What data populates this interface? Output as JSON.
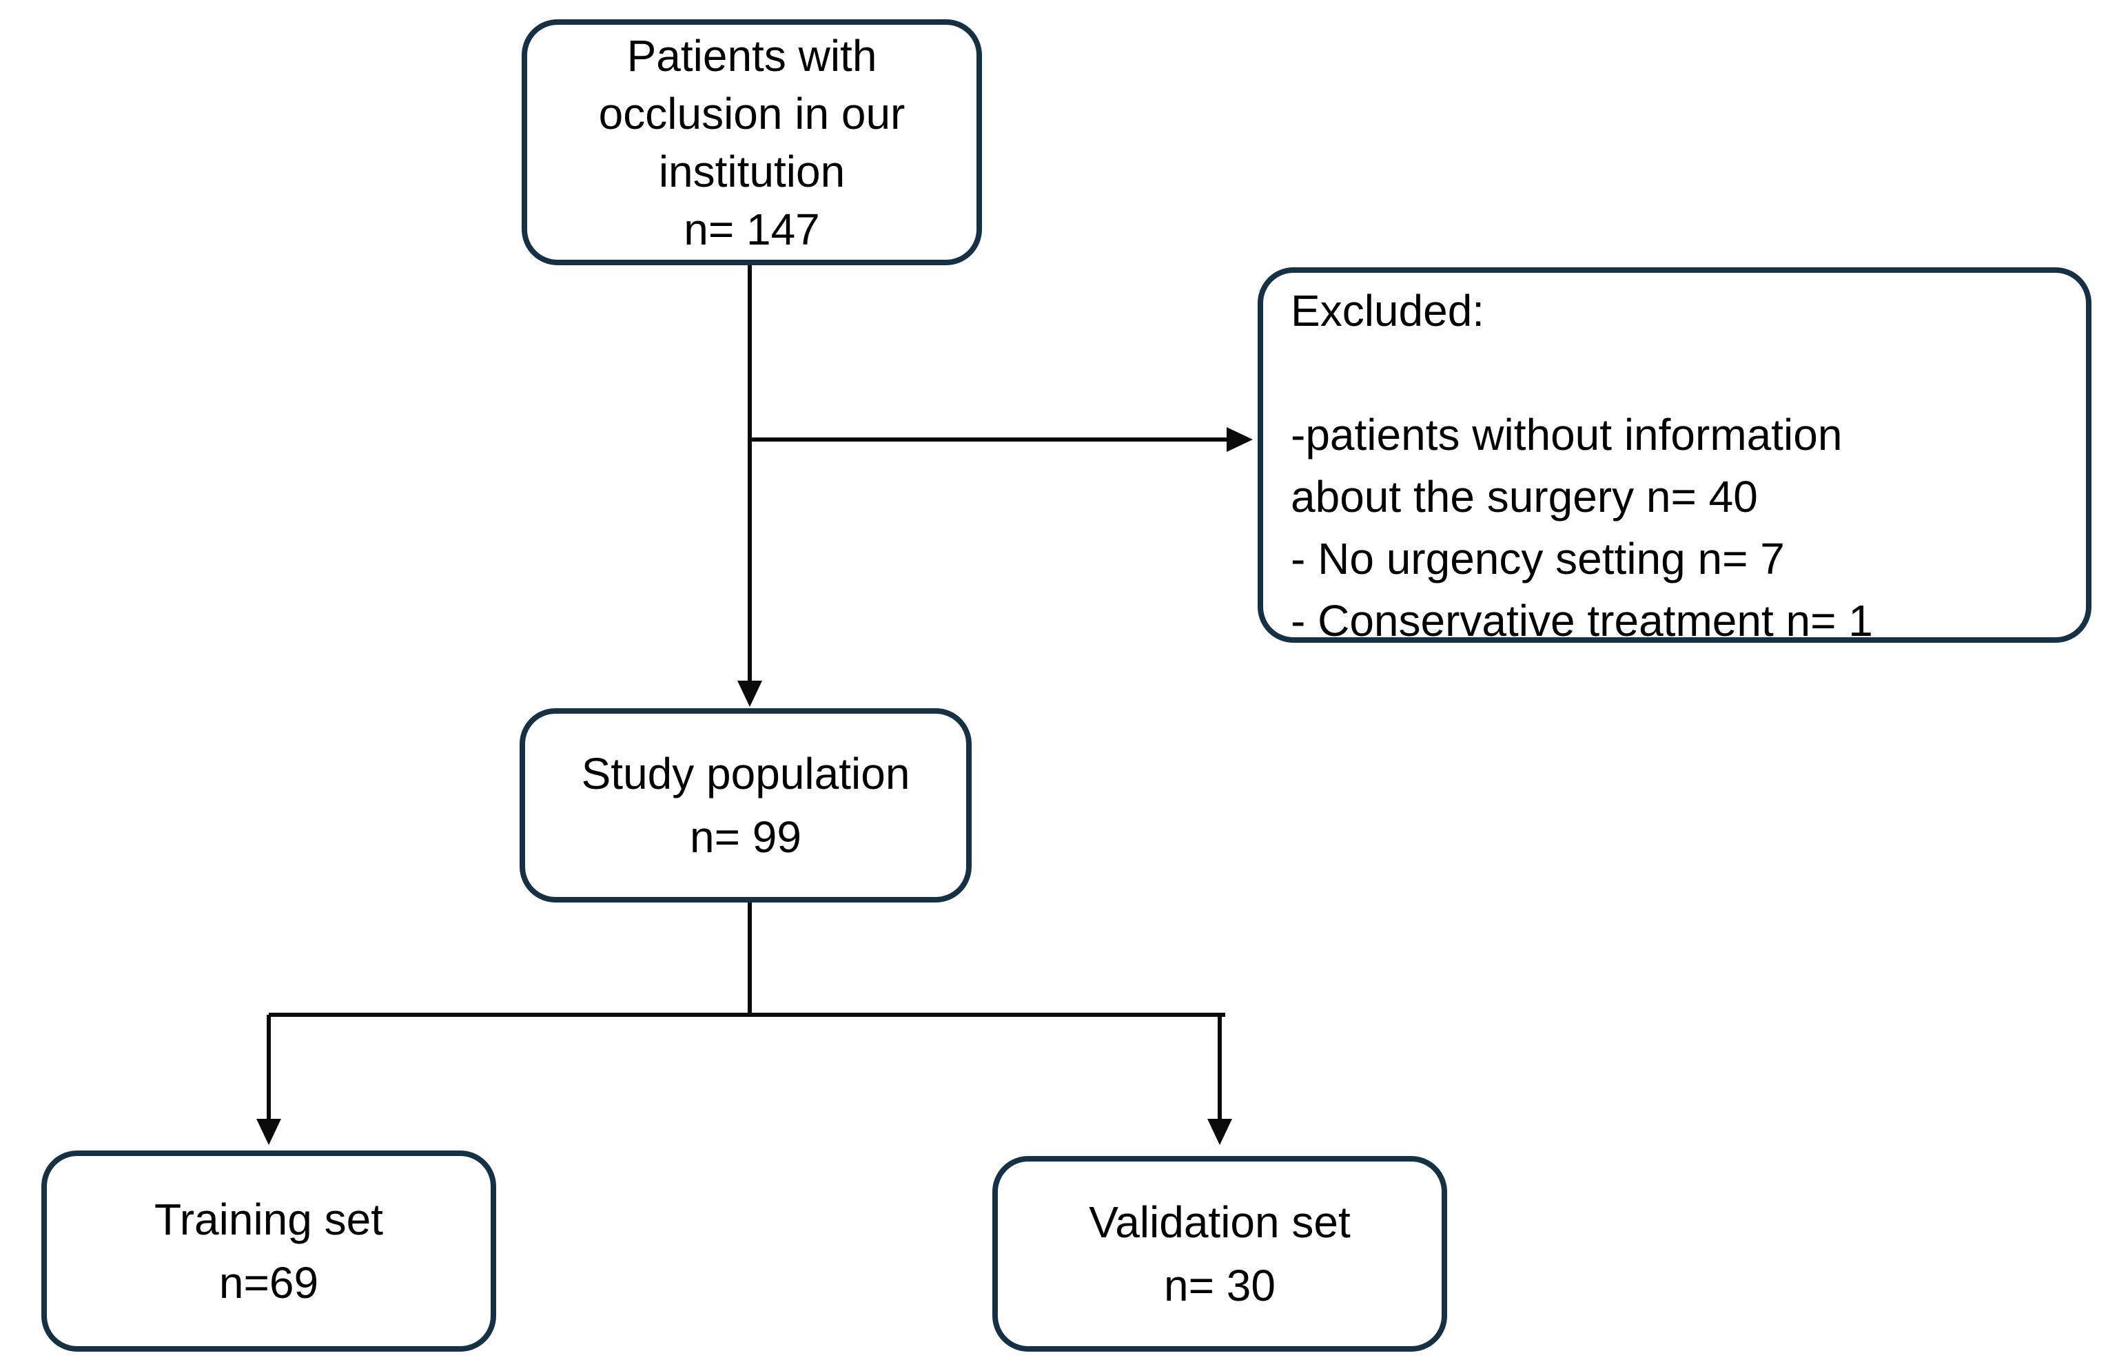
{
  "diagram_title": "Patient selection flow diagram",
  "colors": {
    "box_border": "#163143",
    "connector": "#0a0a0a",
    "text": "#000000",
    "background": "#ffffff"
  },
  "boxes": {
    "source": {
      "lines": [
        "Patients with",
        "occlusion in our",
        "institution",
        "n= 147"
      ],
      "n": 147
    },
    "excluded": {
      "lines": [
        "Excluded:",
        "",
        "-patients without information",
        "about the surgery n= 40",
        "- No urgency setting n= 7",
        "- Conservative treatment n= 1"
      ],
      "reasons": [
        {
          "label": "patients without information about the surgery",
          "n": 40
        },
        {
          "label": "No urgency setting",
          "n": 7
        },
        {
          "label": "Conservative treatment",
          "n": 1
        }
      ]
    },
    "study": {
      "lines": [
        "Study population",
        "n= 99"
      ],
      "n": 99
    },
    "training": {
      "lines": [
        "Training set",
        "n=69"
      ],
      "n": 69
    },
    "validation": {
      "lines": [
        "Validation set",
        "n= 30"
      ],
      "n": 30
    }
  }
}
